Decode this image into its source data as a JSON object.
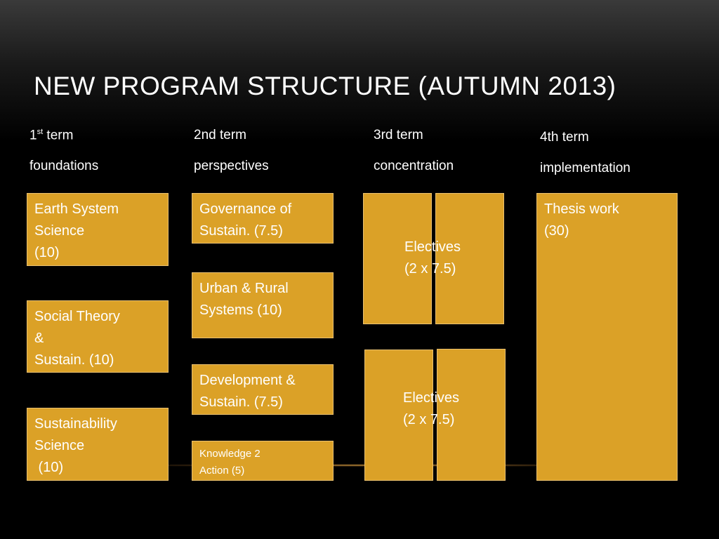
{
  "slide": {
    "title": "NEW PROGRAM STRUCTURE (AUTUMN 2013)"
  },
  "terms": [
    {
      "number": "1",
      "suffix": "st",
      "term_label": " term",
      "name": "foundations"
    },
    {
      "name_label": "2nd term",
      "name": "perspectives"
    },
    {
      "name_label": "3rd term",
      "name": "concentration"
    },
    {
      "name_label": "4th term",
      "name": "implementation"
    }
  ],
  "courses": {
    "earth_system": [
      "Earth System",
      "Science",
      "(10)"
    ],
    "social_theory": [
      "Social Theory",
      "&",
      "Sustain. (10)"
    ],
    "sustainability_science": [
      "Sustainability",
      "Science",
      " (10)"
    ],
    "governance": [
      "Governance of",
      "Sustain. (7.5)"
    ],
    "urban_rural": [
      "Urban & Rural",
      "Systems (10)"
    ],
    "development": [
      "Development &",
      "Sustain. (7.5)"
    ],
    "knowledge": [
      "Knowledge 2",
      "Action (5)"
    ],
    "electives_1": [
      "Electives",
      "(2 x 7.5)"
    ],
    "electives_2": [
      "Electives",
      "(2 x 7.5)"
    ],
    "thesis": [
      "Thesis work",
      "(30)"
    ]
  },
  "colors": {
    "box_fill": "#dba127",
    "box_border": "#e9c070",
    "text": "#ffffff"
  }
}
